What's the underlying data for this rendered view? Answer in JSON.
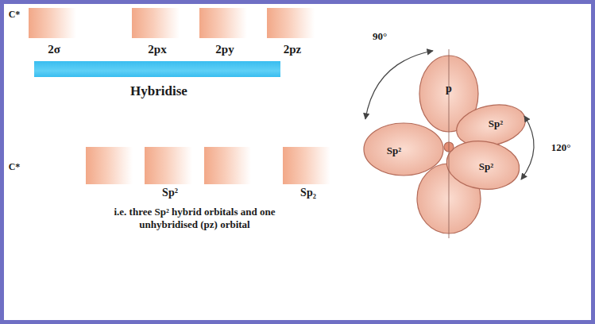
{
  "diagram": {
    "nodes": [
      {
        "text": [
          "2σ"
        ]
      },
      {
        "text": [
          "2px"
        ]
      },
      {
        "text": [
          "2py"
        ]
      },
      {
        "text": [
          "2pz"
        ]
      },
      {
        "text": [
          "Hybridise"
        ]
      },
      {
        "text": [
          "Sp²"
        ]
      },
      {
        "text": [
          "Sp₂"
        ]
      }
    ],
    "labels": [
      "C*",
      "C*",
      "i.e. three Sp² hybrid orbitals and one unhybridised (pz) orbital",
      "90°",
      "p",
      "Sp²",
      "Sp²",
      "Sp²",
      "120°"
    ]
  }
}
